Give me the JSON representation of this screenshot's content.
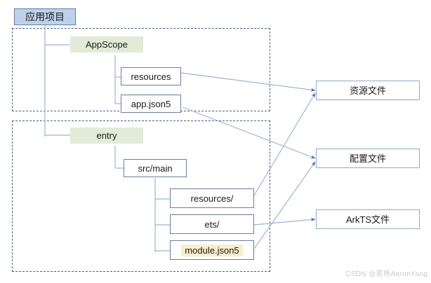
{
  "diagram": {
    "title_box": {
      "label": "应用项目"
    },
    "regions": [
      {
        "name": "appscope-region"
      },
      {
        "name": "entry-region"
      }
    ],
    "nodes": {
      "appscope": {
        "label": "AppScope"
      },
      "appscope_resources": {
        "label": "resources"
      },
      "app_json5": {
        "label": "app.json5"
      },
      "entry": {
        "label": "entry"
      },
      "src_main": {
        "label": "src/main"
      },
      "entry_resources": {
        "label": "resources/"
      },
      "ets": {
        "label": "ets/"
      },
      "module_json5": {
        "label": "module.json5"
      }
    },
    "categories": {
      "resource_files": {
        "label": "资源文件"
      },
      "config_files": {
        "label": "配置文件"
      },
      "arkts_files": {
        "label": "ArkTS文件"
      }
    },
    "watermark": {
      "text": "CSDN @茗杨AaronYang"
    },
    "colors": {
      "root_fill": "#bdd2ea",
      "root_border": "#5f7fa6",
      "group_fill": "#e2ebd7",
      "box_border": "#6b7f9e",
      "category_border": "#91a9cc",
      "highlight_fill": "#fcedcd",
      "dashed_border": "#4a5f86",
      "connector": "#9db3d4"
    }
  }
}
